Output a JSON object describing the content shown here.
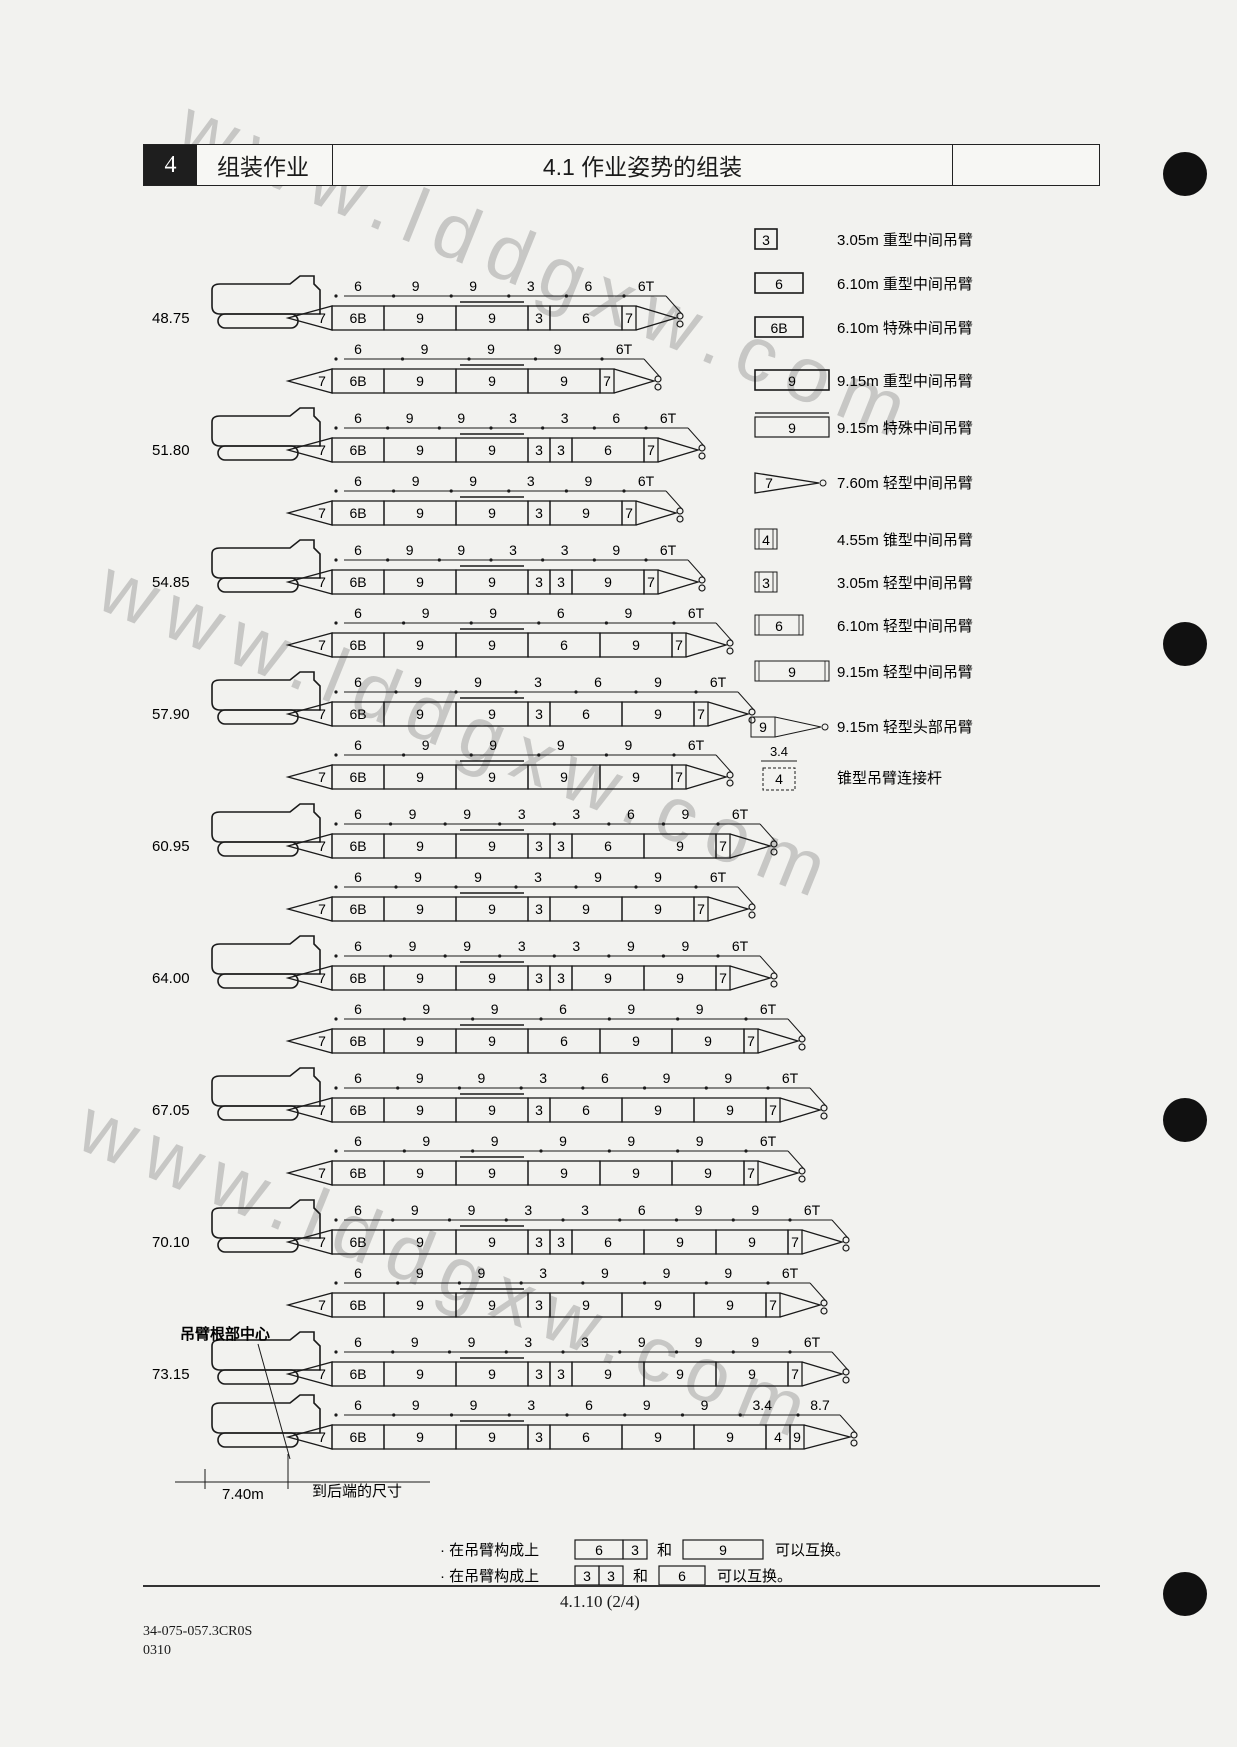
{
  "header": {
    "section_number": "4",
    "section_name": "组装作业",
    "title": "4.1 作业姿势的组装"
  },
  "legend": [
    {
      "symbol": "3",
      "shape": "box-heavy",
      "text": "3.05m  重型中间吊臂"
    },
    {
      "symbol": "6",
      "shape": "box-heavy",
      "text": "6.10m  重型中间吊臂"
    },
    {
      "symbol": "6B",
      "shape": "box-heavy",
      "text": "6.10m  特殊中间吊臂"
    },
    {
      "symbol": "9",
      "shape": "box-heavy",
      "text": "9.15m  重型中间吊臂"
    },
    {
      "symbol": "9",
      "shape": "box-double",
      "text": "9.15m  特殊中间吊臂"
    },
    {
      "symbol": "7",
      "shape": "taper",
      "text": "7.60m  轻型中间吊臂"
    },
    {
      "symbol": "4",
      "shape": "box-light",
      "text": "4.55m  锥型中间吊臂"
    },
    {
      "symbol": "3",
      "shape": "box-light",
      "text": "3.05m  轻型中间吊臂"
    },
    {
      "symbol": "6",
      "shape": "box-light",
      "text": "6.10m  轻型中间吊臂"
    },
    {
      "symbol": "9",
      "shape": "box-light",
      "text": "9.15m  轻型中间吊臂"
    },
    {
      "symbol": "9",
      "shape": "head",
      "text": "9.15m  轻型头部吊臂"
    },
    {
      "symbol": "4",
      "shape": "link",
      "top_label": "3.4",
      "text": "锥型吊臂连接杆"
    }
  ],
  "groups": [
    {
      "length": "48.75",
      "rows": [
        {
          "labels": [
            "6",
            "9",
            "9",
            "3",
            "6",
            "6T"
          ],
          "segs": [
            "7",
            "6B",
            "9",
            "9",
            "3",
            "6",
            "7"
          ]
        },
        {
          "labels": [
            "6",
            "9",
            "9",
            "9",
            "6T"
          ],
          "segs": [
            "7",
            "6B",
            "9",
            "9",
            "9",
            "7"
          ]
        }
      ]
    },
    {
      "length": "51.80",
      "rows": [
        {
          "labels": [
            "6",
            "9",
            "9",
            "3",
            "3",
            "6",
            "6T"
          ],
          "segs": [
            "7",
            "6B",
            "9",
            "9",
            "3",
            "3",
            "6",
            "7"
          ]
        },
        {
          "labels": [
            "6",
            "9",
            "9",
            "3",
            "9",
            "6T"
          ],
          "segs": [
            "7",
            "6B",
            "9",
            "9",
            "3",
            "9",
            "7"
          ]
        }
      ]
    },
    {
      "length": "54.85",
      "rows": [
        {
          "labels": [
            "6",
            "9",
            "9",
            "3",
            "3",
            "9",
            "6T"
          ],
          "segs": [
            "7",
            "6B",
            "9",
            "9",
            "3",
            "3",
            "9",
            "7"
          ]
        },
        {
          "labels": [
            "6",
            "9",
            "9",
            "6",
            "9",
            "6T"
          ],
          "segs": [
            "7",
            "6B",
            "9",
            "9",
            "6",
            "9",
            "7"
          ]
        }
      ]
    },
    {
      "length": "57.90",
      "rows": [
        {
          "labels": [
            "6",
            "9",
            "9",
            "3",
            "6",
            "9",
            "6T"
          ],
          "segs": [
            "7",
            "6B",
            "9",
            "9",
            "3",
            "6",
            "9",
            "7"
          ]
        },
        {
          "labels": [
            "6",
            "9",
            "9",
            "9",
            "9",
            "6T"
          ],
          "segs": [
            "7",
            "6B",
            "9",
            "9",
            "9",
            "9",
            "7"
          ]
        }
      ]
    },
    {
      "length": "60.95",
      "rows": [
        {
          "labels": [
            "6",
            "9",
            "9",
            "3",
            "3",
            "6",
            "9",
            "6T"
          ],
          "segs": [
            "7",
            "6B",
            "9",
            "9",
            "3",
            "3",
            "6",
            "9",
            "7"
          ]
        },
        {
          "labels": [
            "6",
            "9",
            "9",
            "3",
            "9",
            "9",
            "6T"
          ],
          "segs": [
            "7",
            "6B",
            "9",
            "9",
            "3",
            "9",
            "9",
            "7"
          ]
        }
      ]
    },
    {
      "length": "64.00",
      "rows": [
        {
          "labels": [
            "6",
            "9",
            "9",
            "3",
            "3",
            "9",
            "9",
            "6T"
          ],
          "segs": [
            "7",
            "6B",
            "9",
            "9",
            "3",
            "3",
            "9",
            "9",
            "7"
          ]
        },
        {
          "labels": [
            "6",
            "9",
            "9",
            "6",
            "9",
            "9",
            "6T"
          ],
          "segs": [
            "7",
            "6B",
            "9",
            "9",
            "6",
            "9",
            "9",
            "7"
          ]
        }
      ]
    },
    {
      "length": "67.05",
      "rows": [
        {
          "labels": [
            "6",
            "9",
            "9",
            "3",
            "6",
            "9",
            "9",
            "6T"
          ],
          "segs": [
            "7",
            "6B",
            "9",
            "9",
            "3",
            "6",
            "9",
            "9",
            "7"
          ]
        },
        {
          "labels": [
            "6",
            "9",
            "9",
            "9",
            "9",
            "9",
            "6T"
          ],
          "segs": [
            "7",
            "6B",
            "9",
            "9",
            "9",
            "9",
            "9",
            "7"
          ]
        }
      ]
    },
    {
      "length": "70.10",
      "rows": [
        {
          "labels": [
            "6",
            "9",
            "9",
            "3",
            "3",
            "6",
            "9",
            "9",
            "6T"
          ],
          "segs": [
            "7",
            "6B",
            "9",
            "9",
            "3",
            "3",
            "6",
            "9",
            "9",
            "7"
          ]
        },
        {
          "labels": [
            "6",
            "9",
            "9",
            "3",
            "9",
            "9",
            "9",
            "6T"
          ],
          "segs": [
            "7",
            "6B",
            "9",
            "9",
            "3",
            "9",
            "9",
            "9",
            "7"
          ]
        }
      ]
    },
    {
      "length": "73.15",
      "rows": [
        {
          "labels": [
            "6",
            "9",
            "9",
            "3",
            "3",
            "9",
            "9",
            "9",
            "6T"
          ],
          "segs": [
            "7",
            "6B",
            "9",
            "9",
            "3",
            "3",
            "9",
            "9",
            "9",
            "7"
          ]
        },
        {
          "labels": [
            "6",
            "9",
            "9",
            "3",
            "6",
            "9",
            "9",
            "3.4",
            "8.7"
          ],
          "segs": [
            "7",
            "6B",
            "9",
            "9",
            "3",
            "6",
            "9",
            "9",
            "4",
            "9"
          ]
        }
      ]
    }
  ],
  "annotations": {
    "boom_root_center": "吊臂根部中心",
    "rear_dimension": "7.40m",
    "rear_dimension_label": "到后端的尺寸"
  },
  "notes": [
    {
      "prefix": "· 在吊臂构成上",
      "a": [
        "6",
        "3"
      ],
      "and": "和",
      "b": [
        "9"
      ],
      "suffix": "可以互换。"
    },
    {
      "prefix": "· 在吊臂构成上",
      "a": [
        "3",
        "3"
      ],
      "and": "和",
      "b": [
        "6"
      ],
      "suffix": "可以互换。"
    }
  ],
  "footer": {
    "page": "4.1.10 (2/4)",
    "doc_code": "34-075-057.3CR0S",
    "doc_rev": "0310"
  },
  "watermark": "www.lddgxw.com"
}
